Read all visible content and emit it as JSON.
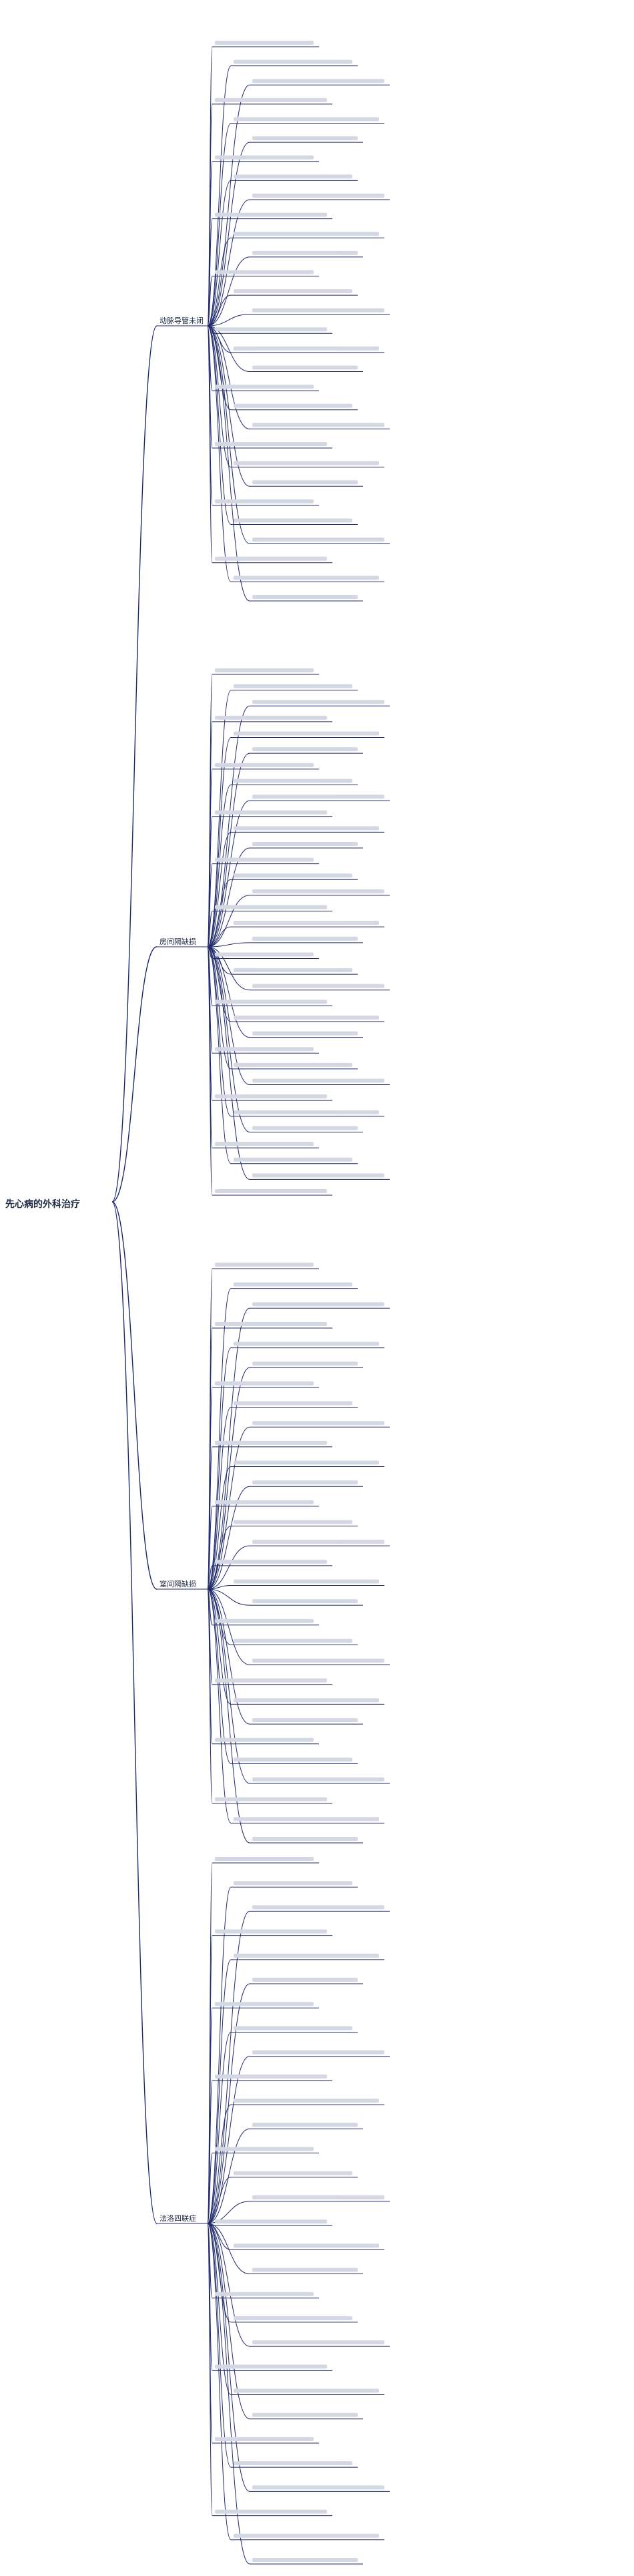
{
  "root": {
    "label": "先心病的外科治疗"
  },
  "branches": [
    {
      "label": "动脉导管未闭",
      "leaves": 30
    },
    {
      "label": "房间隔缺损",
      "leaves": 34
    },
    {
      "label": "室间隔缺损",
      "leaves": 30
    },
    {
      "label": "法洛四联症",
      "leaves": 30
    }
  ],
  "leaf_text": "",
  "colors": {
    "edge": "#1f2a6b",
    "text": "#1f2a44",
    "placeholder": "#d4d8e2"
  }
}
